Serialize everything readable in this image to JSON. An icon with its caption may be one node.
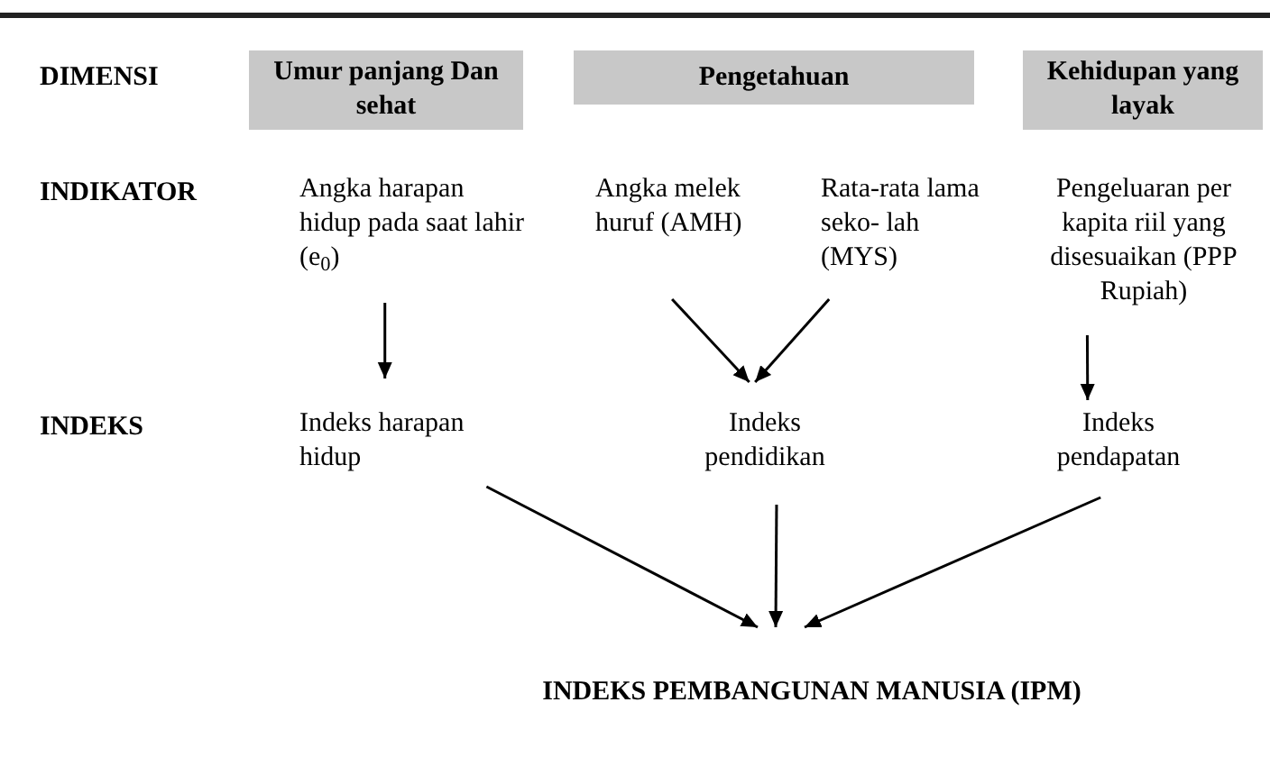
{
  "diagram": {
    "nodes": [
      {
        "text": [
          "Umur panjang Dan sehat"
        ]
      },
      {
        "text": [
          "Pengetahuan"
        ]
      },
      {
        "text": [
          "Kehidupan yang layak"
        ]
      },
      {
        "text": [
          "Angka harapan hidup pada saat lahir (e$_{0}$)"
        ]
      },
      {
        "text": [
          "Angka melek huruf (AMH)"
        ]
      },
      {
        "text": [
          "Rata-rata lama seko- lah (MYS)"
        ]
      },
      {
        "text": [
          "Pengeluaran per kapita riil yang disesuaikan (PPP Rupiah)"
        ]
      },
      {
        "text": [
          "Indeks harapan hidup"
        ]
      },
      {
        "text": [
          "Indeks pendidikan"
        ]
      },
      {
        "text": [
          "Indeks pendapatan"
        ]
      },
      {
        "text": [
          "INDEKS PEMBANGUNAN MANUSIA (IPM)"
        ]
      }
    ],
    "edges": [
      {
        "from": 3,
        "to": 7,
        "arrow": "to"
      },
      {
        "from": 4,
        "to": 8,
        "arrow": "to"
      },
      {
        "from": 5,
        "to": 8,
        "arrow": "to"
      },
      {
        "from": 6,
        "to": 9,
        "arrow": "to"
      },
      {
        "from": 7,
        "to": 10,
        "arrow": "to"
      },
      {
        "from": 8,
        "to": 10,
        "arrow": "to"
      },
      {
        "from": 9,
        "to": 10,
        "arrow": "to"
      }
    ],
    "labels": [
      "DIMENSI",
      "INDIKATOR",
      "INDEKS"
    ]
  }
}
